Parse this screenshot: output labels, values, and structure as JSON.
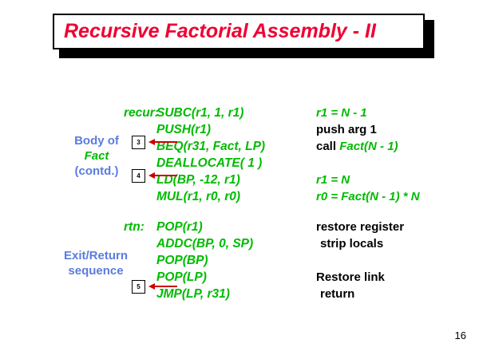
{
  "slide": {
    "title": "Recursive Factorial Assembly - II",
    "page_number": "16",
    "colors": {
      "title_red": "#ee0033",
      "code_green": "#00bb00",
      "label_blue": "#5a7ce0",
      "arrow_red": "#cc0000",
      "note_black": "#000000"
    }
  },
  "sections": [
    {
      "id": "body-of-fact",
      "left_label": {
        "line1": "Body of",
        "line2": "Fact",
        "line3": "(contd.)"
      },
      "asm_label": "recur:",
      "code_lines": [
        "SUBC(r1, 1, r1)",
        "PUSH(r1)",
        "BEQ(r31, Fact, LP)",
        "DEALLOCATE( 1 )",
        "LD(BP, -12, r1)",
        "MUL(r1, r0, r0)"
      ],
      "notes": [
        {
          "text": "r1 = N - 1",
          "style": "green"
        },
        {
          "text": "push arg 1",
          "style": "black"
        },
        {
          "prefix": "call ",
          "em": "Fact(N - 1)",
          "style": "mixed"
        },
        {
          "text": "",
          "style": "blank"
        },
        {
          "text": "r1 = N",
          "style": "green"
        },
        {
          "text": "r0 = Fact(N - 1) * N",
          "style": "green"
        }
      ],
      "callouts": [
        {
          "number": "3"
        },
        {
          "number": "4"
        }
      ]
    },
    {
      "id": "exit-return",
      "left_label": {
        "line1": "Exit/Return",
        "line2": "sequence"
      },
      "asm_label": "rtn:",
      "code_lines": [
        "POP(r1)",
        "ADDC(BP, 0, SP)",
        "POP(BP)",
        "POP(LP)",
        "JMP(LP, r31)"
      ],
      "notes": [
        {
          "text": "restore register",
          "style": "black"
        },
        {
          "text": "strip locals",
          "style": "black-indent"
        },
        {
          "text": "",
          "style": "blank"
        },
        {
          "text": "Restore link",
          "style": "black"
        },
        {
          "text": "return",
          "style": "black-indent"
        }
      ],
      "callouts": [
        {
          "number": "5"
        }
      ]
    }
  ]
}
